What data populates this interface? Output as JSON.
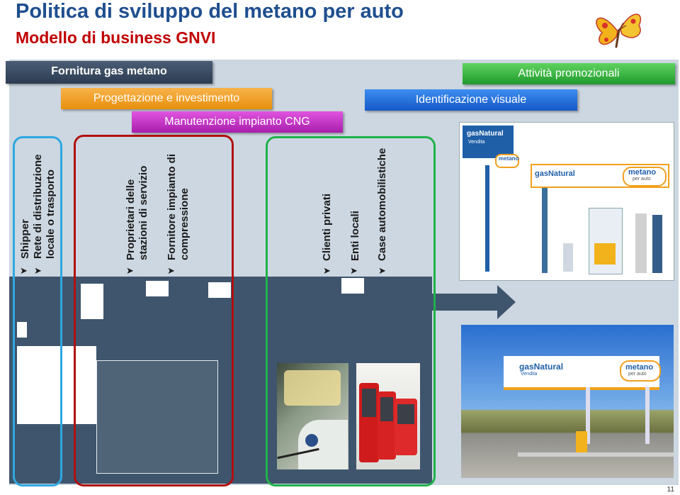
{
  "title": "Politica di sviluppo del metano per auto",
  "subtitle": "Modello di business GNVI",
  "bars": {
    "fornitura": "Fornitura gas metano",
    "progettazione": "Progettazione e investimento",
    "manutenzione": "Manutenzione impianto CNG",
    "attivita": "Attività promozionali",
    "identificazione": "Identificazione visuale"
  },
  "actors": {
    "shipper": "Shipper",
    "rete": "Rete di distribuzione",
    "locale": "locale o trasporto",
    "proprietari_1": "Proprietari delle",
    "proprietari_2": "stazioni di servizio",
    "fornitore_1": "Fornitore impianto di",
    "fornitore_2": "compressione",
    "clienti": "Clienti privati",
    "enti": "Enti locali",
    "case": "Case automobilistiche"
  },
  "brand": {
    "gasnatural": "gasNatural",
    "vendita": "Vendita",
    "metano": "metano",
    "per_auto": "per auto"
  },
  "page_number": "11",
  "icons": [
    "butterfly-logo-icon",
    "arrow-bullet-icon",
    "right-arrow-icon"
  ],
  "colors": {
    "title": "#1f4f8f",
    "subtitle": "#c00000",
    "frame_blue": "#2ea8e0",
    "frame_red": "#b01010",
    "frame_green": "#1fb24a",
    "dark_block": "#3f556d"
  }
}
